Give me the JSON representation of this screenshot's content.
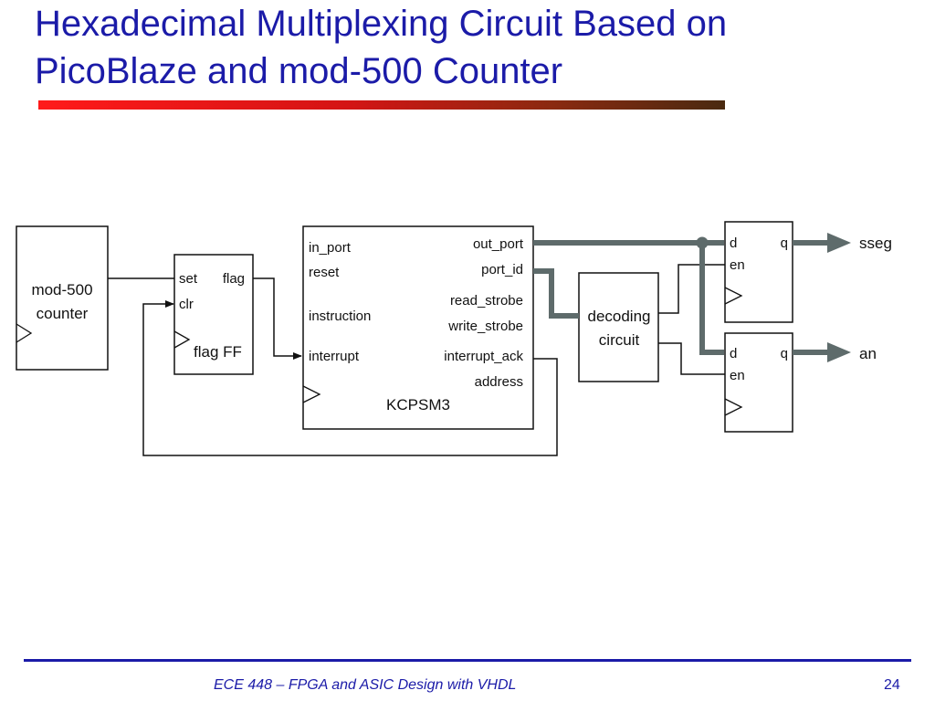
{
  "slide": {
    "title_line1": "Hexadecimal Multiplexing Circuit Based on",
    "title_line2": "PicoBlaze and mod-500 Counter",
    "footer": "ECE 448 – FPGA and ASIC Design with VHDL",
    "page_number": "24"
  },
  "diagram": {
    "counter": {
      "line1": "mod-500",
      "line2": "counter"
    },
    "flag_ff": {
      "set": "set",
      "clr": "clr",
      "flag": "flag",
      "name": "flag FF"
    },
    "kcpsm3": {
      "in_port": "in_port",
      "reset": "reset",
      "instruction": "instruction",
      "interrupt": "interrupt",
      "out_port": "out_port",
      "port_id": "port_id",
      "read_strobe": "read_strobe",
      "write_strobe": "write_strobe",
      "interrupt_ack": "interrupt_ack",
      "address": "address",
      "name": "KCPSM3"
    },
    "decoder": {
      "line1": "decoding",
      "line2": "circuit"
    },
    "reg_sseg": {
      "d": "d",
      "q": "q",
      "en": "en",
      "output": "sseg"
    },
    "reg_an": {
      "d": "d",
      "q": "q",
      "en": "en",
      "output": "an"
    },
    "colors": {
      "bus": "#5e6b6b",
      "wire": "#111111",
      "title": "#1b1ba8"
    }
  }
}
